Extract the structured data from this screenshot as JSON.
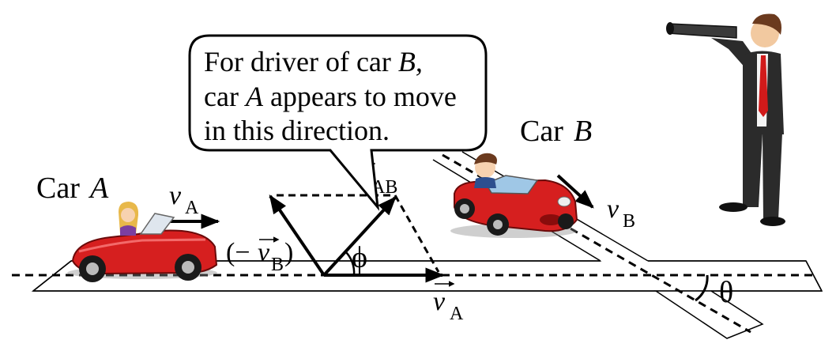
{
  "speech_bubble": {
    "line1_prefix": "For driver of car ",
    "line1_var": "B,",
    "line2_prefix": "car ",
    "line2_var": "A",
    "line2_suffix": " appears to move",
    "line3": "in this direction."
  },
  "labels": {
    "car_a_word": "Car ",
    "car_a_var": "A",
    "car_b_word": "Car ",
    "car_b_var": "B",
    "v_letter": "v",
    "sub_a": "A",
    "sub_b": "B",
    "sub_ab": "AB",
    "neg_open": "(−",
    "neg_close": ")",
    "phi": "ϕ",
    "theta": "θ"
  },
  "icons": [
    "car-a-icon",
    "car-b-icon",
    "driver-a-icon",
    "driver-b-icon",
    "observer-telescope-icon"
  ],
  "colors": {
    "car_red": "#d61f1f",
    "car_dark": "#8a0c0c",
    "suit": "#2b2b2b",
    "tie": "#d11a1a",
    "hair_blonde": "#e8b84a",
    "hair_brown": "#6b3a1e"
  }
}
